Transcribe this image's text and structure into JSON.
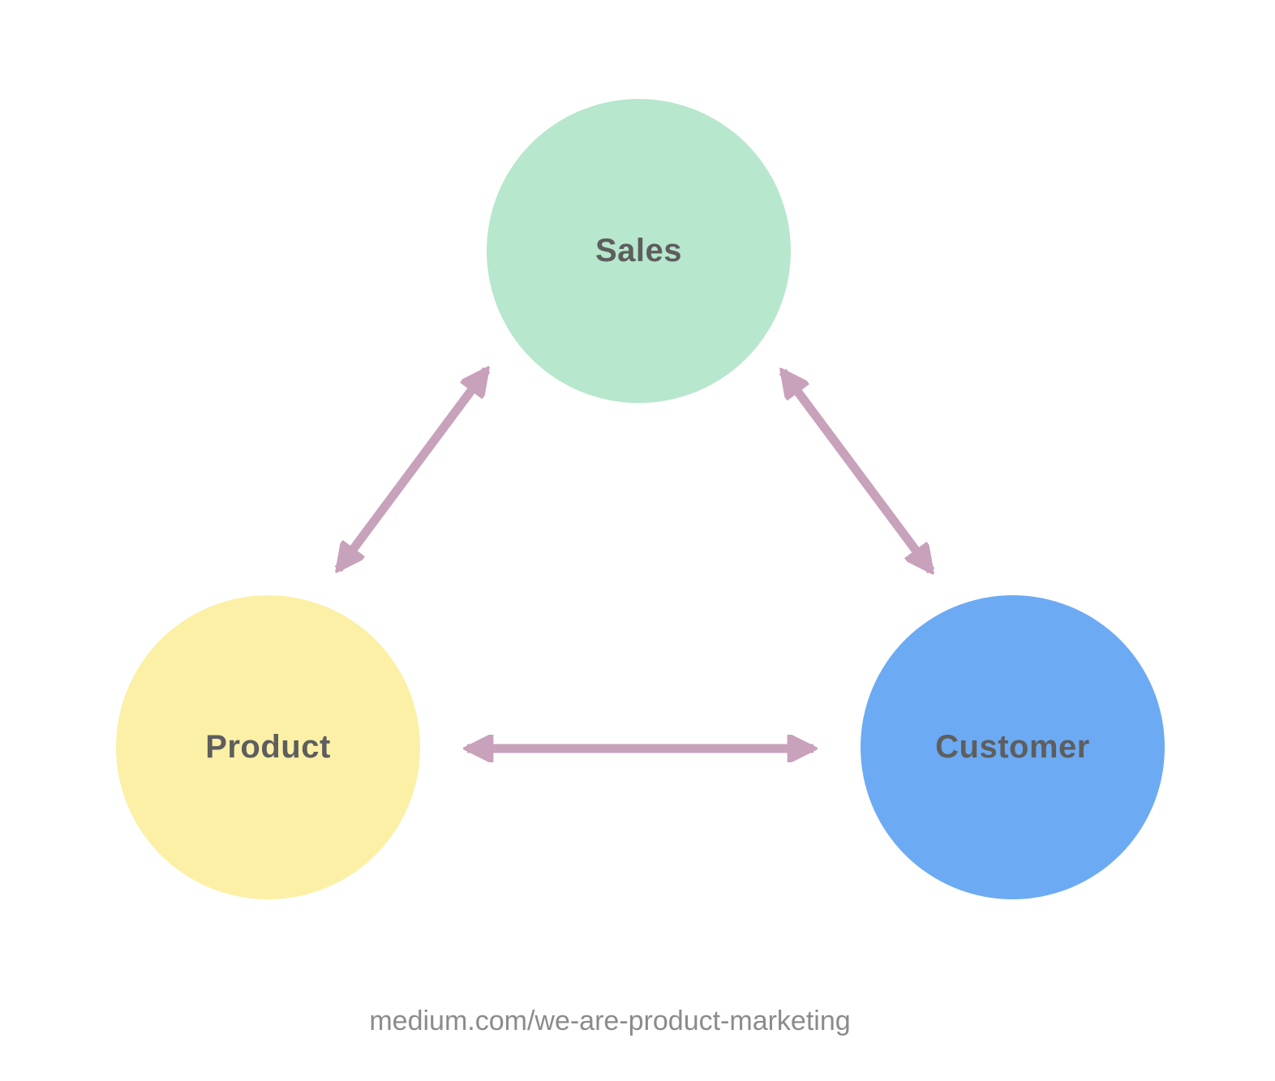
{
  "diagram": {
    "nodes": [
      {
        "id": "sales",
        "label": "Sales",
        "color": "#b7e7cd",
        "position": "top-center"
      },
      {
        "id": "product",
        "label": "Product",
        "color": "#fbf0a6",
        "position": "bottom-left"
      },
      {
        "id": "customer",
        "label": "Customer",
        "color": "#6caaf3",
        "position": "bottom-right"
      }
    ],
    "edges": [
      {
        "from": "sales",
        "to": "product",
        "bidirectional": true
      },
      {
        "from": "sales",
        "to": "customer",
        "bidirectional": true
      },
      {
        "from": "product",
        "to": "customer",
        "bidirectional": true
      }
    ],
    "arrow_color": "#c8a1bb",
    "label_color": "#5d5e5e"
  },
  "footer": {
    "text": "medium.com/we-are-product-marketing",
    "color": "#8b8b8b"
  },
  "background_color": "#ffffff"
}
